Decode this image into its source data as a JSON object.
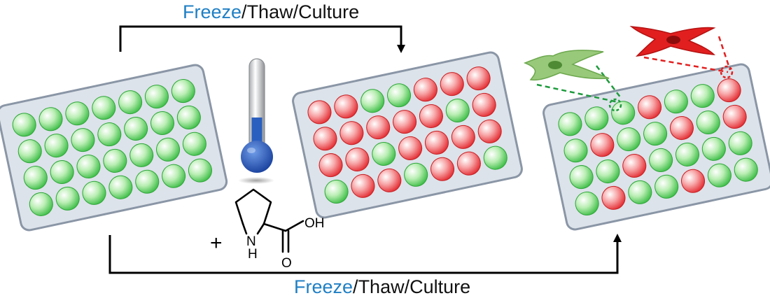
{
  "top_process": {
    "word1": "Freeze",
    "sep1": "/",
    "word2": "Thaw",
    "sep2": "/",
    "word3": "Culture"
  },
  "bottom_process": {
    "word1": "Freeze",
    "sep1": "/",
    "word2": "Thaw",
    "sep2": "/",
    "word3": "Culture"
  },
  "additive": {
    "plus": "+",
    "nh": "N",
    "h": "H",
    "oh": "OH",
    "o": "O"
  },
  "colors": {
    "healthy_well": "#4cc94c",
    "dead_well": "#e8262b",
    "process_highlight": "#1f7fc4",
    "plate_fill": "#dde3ea",
    "plate_border": "#8a96a6",
    "thermometer_bulb": "#1e56b8",
    "live_cell": "#8cc26c",
    "dead_cell": "#e21f1f"
  },
  "plates": [
    {
      "name": "initial",
      "rows": [
        [
          "g",
          "g",
          "g",
          "g",
          "g",
          "g",
          "g"
        ],
        [
          "g",
          "g",
          "g",
          "g",
          "g",
          "g",
          "g"
        ],
        [
          "g",
          "g",
          "g",
          "g",
          "g",
          "g",
          "g"
        ],
        [
          "g",
          "g",
          "g",
          "g",
          "g",
          "g",
          "g"
        ]
      ]
    },
    {
      "name": "without-additive",
      "rows": [
        [
          "r",
          "r",
          "g",
          "g",
          "r",
          "r",
          "r"
        ],
        [
          "r",
          "r",
          "r",
          "r",
          "r",
          "g",
          "r"
        ],
        [
          "r",
          "r",
          "g",
          "r",
          "r",
          "r",
          "r"
        ],
        [
          "g",
          "r",
          "r",
          "g",
          "r",
          "r",
          "g"
        ]
      ]
    },
    {
      "name": "with-additive",
      "rows": [
        [
          "g",
          "g",
          "g",
          "r",
          "g",
          "g",
          "r"
        ],
        [
          "g",
          "r",
          "g",
          "g",
          "r",
          "g",
          "r"
        ],
        [
          "g",
          "g",
          "r",
          "g",
          "g",
          "g",
          "g"
        ],
        [
          "g",
          "r",
          "g",
          "g",
          "r",
          "g",
          "g"
        ]
      ]
    }
  ],
  "icons": [
    "thermometer-icon",
    "live-cell-icon",
    "dead-cell-icon",
    "l-proline-structure"
  ]
}
